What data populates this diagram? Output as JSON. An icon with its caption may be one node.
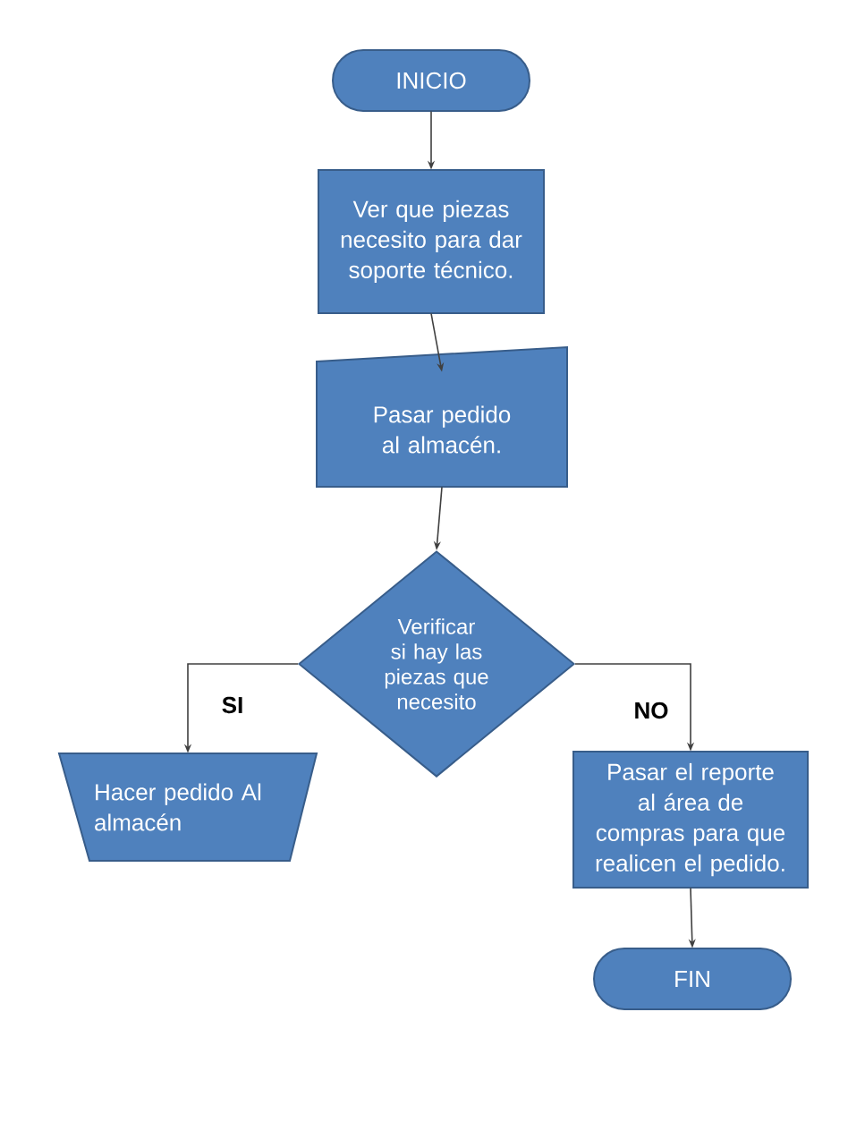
{
  "diagram": {
    "nodes": [
      {
        "text": [
          "INICIO"
        ]
      },
      {
        "text": [
          "Ver que piezas necesito para dar soporte técnico."
        ]
      },
      {
        "text": [
          "Pasar pedido al almacén."
        ]
      },
      {
        "text": [
          "Verificar si hay las piezas que necesito"
        ]
      },
      {
        "text": [
          "Hacer pedido Al almacén"
        ]
      },
      {
        "text": [
          "Pasar el reporte al área de compras para que realicen el pedido."
        ]
      },
      {
        "text": [
          "FIN"
        ]
      }
    ],
    "edges": [
      {
        "from": 0,
        "to": 1,
        "arrow": "to"
      },
      {
        "from": 1,
        "to": 2,
        "arrow": "to"
      },
      {
        "from": 2,
        "to": 3,
        "arrow": "to"
      },
      {
        "from": 3,
        "to": 4,
        "arrow": "to",
        "label": "SI"
      },
      {
        "from": 3,
        "to": 5,
        "arrow": "to",
        "label": "NO"
      },
      {
        "from": 5,
        "to": 6,
        "arrow": "to"
      }
    ]
  }
}
